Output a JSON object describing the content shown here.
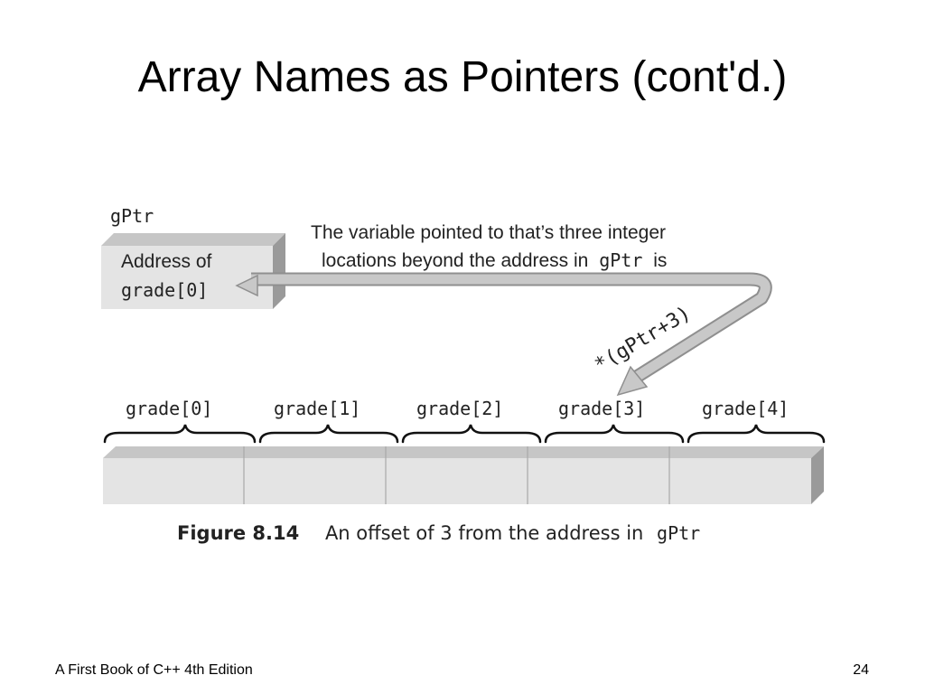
{
  "slide": {
    "title": "Array Names as Pointers (cont'd.)",
    "footer_left": "A First Book of C++ 4th Edition",
    "page_number": "24"
  },
  "figure": {
    "pointer_name": "gPtr",
    "pointer_box_line1": "Address of",
    "pointer_box_line2": "grade[0]",
    "callout_line1": "The variable pointed to that’s three integer",
    "callout_line2_text": "locations beyond the address in",
    "callout_line2_code": "gPtr",
    "callout_line2_end": "is",
    "arrow_expression": "*(gPtr+3)",
    "array_labels": [
      "grade[0]",
      "grade[1]",
      "grade[2]",
      "grade[3]",
      "grade[4]"
    ],
    "caption_label": "Figure 8.14",
    "caption_text": "An offset of 3 from the address in",
    "caption_code": "gPtr"
  },
  "colors": {
    "box_front": "#e4e4e4",
    "box_top": "#c6c6c6",
    "box_side": "#9a9a9a",
    "arrow_fill": "#c8c8c8",
    "arrow_stroke": "#8f8f8f",
    "text": "#222222"
  }
}
